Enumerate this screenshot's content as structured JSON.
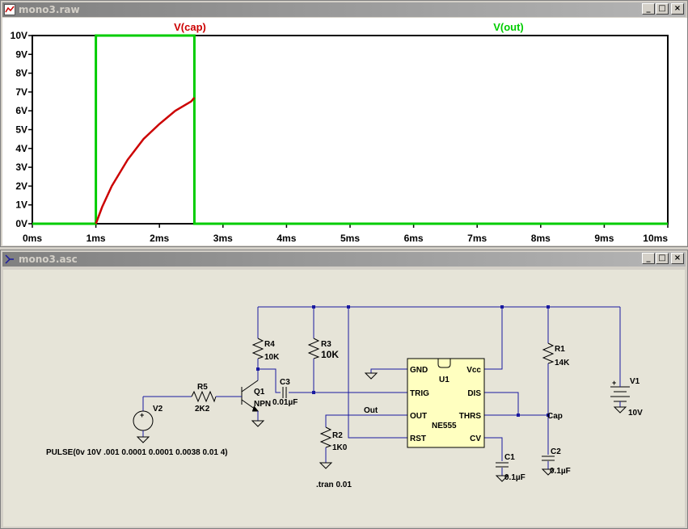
{
  "waveform_window": {
    "title": "mono3.raw",
    "buttons": {
      "minimize": "_",
      "maximize": "□",
      "close": "×"
    },
    "traces": [
      {
        "name": "V(cap)",
        "color": "#cc0000"
      },
      {
        "name": "V(out)",
        "color": "#00cc00"
      }
    ],
    "y_ticks": [
      "0V",
      "1V",
      "2V",
      "3V",
      "4V",
      "5V",
      "6V",
      "7V",
      "8V",
      "9V",
      "10V"
    ],
    "x_ticks": [
      "0ms",
      "1ms",
      "2ms",
      "3ms",
      "4ms",
      "5ms",
      "6ms",
      "7ms",
      "8ms",
      "9ms",
      "10ms"
    ]
  },
  "chart_data": {
    "type": "line",
    "xlabel": "",
    "ylabel": "",
    "xlim": [
      0,
      10
    ],
    "ylim": [
      0,
      10
    ],
    "x_unit": "ms",
    "y_unit": "V",
    "grid": false,
    "series": [
      {
        "name": "V(out)",
        "color": "#00cc00",
        "x": [
          0,
          1.0,
          1.0,
          2.55,
          2.55,
          10
        ],
        "y": [
          0,
          0,
          10,
          10,
          0,
          0
        ]
      },
      {
        "name": "V(cap)",
        "color": "#cc0000",
        "x": [
          1.0,
          1.1,
          1.25,
          1.5,
          1.75,
          2.0,
          2.25,
          2.5,
          2.55
        ],
        "y": [
          0,
          0.9,
          2.0,
          3.4,
          4.5,
          5.3,
          6.0,
          6.5,
          6.7
        ]
      }
    ]
  },
  "schematic_window": {
    "title": "mono3.asc",
    "buttons": {
      "minimize": "_",
      "maximize": "□",
      "close": "×"
    },
    "labels": {
      "r4_name": "R4",
      "r4_value": "10K",
      "r3_name": "R3",
      "r3_value": "10K",
      "r5_name": "R5",
      "r5_value": "2K2",
      "r2_name": "R2",
      "r2_value": "1K0",
      "r1_name": "R1",
      "r1_value": "14K",
      "q1_name": "Q1",
      "q1_value": "NPN",
      "c3_name": "C3",
      "c3_value": "0.01µF",
      "c1_name": "C1",
      "c1_value": "0.1µF",
      "c2_name": "C2",
      "c2_value": "0.1µF",
      "v1_name": "V1",
      "v1_value": "10V",
      "v2_name": "V2",
      "u1_name": "U1",
      "u1_part": "NE555",
      "pin_gnd": "GND",
      "pin_vcc": "Vcc",
      "pin_trig": "TRIG",
      "pin_dis": "DIS",
      "pin_out": "OUT",
      "pin_thrs": "THRS",
      "pin_rst": "RST",
      "pin_cv": "CV",
      "net_out": "Out",
      "net_cap": "Cap",
      "pulse": "PULSE(0v 10V .001 0.0001 0.0001 0.0038 0.01 4)",
      "tran": ".tran 0.01"
    }
  }
}
